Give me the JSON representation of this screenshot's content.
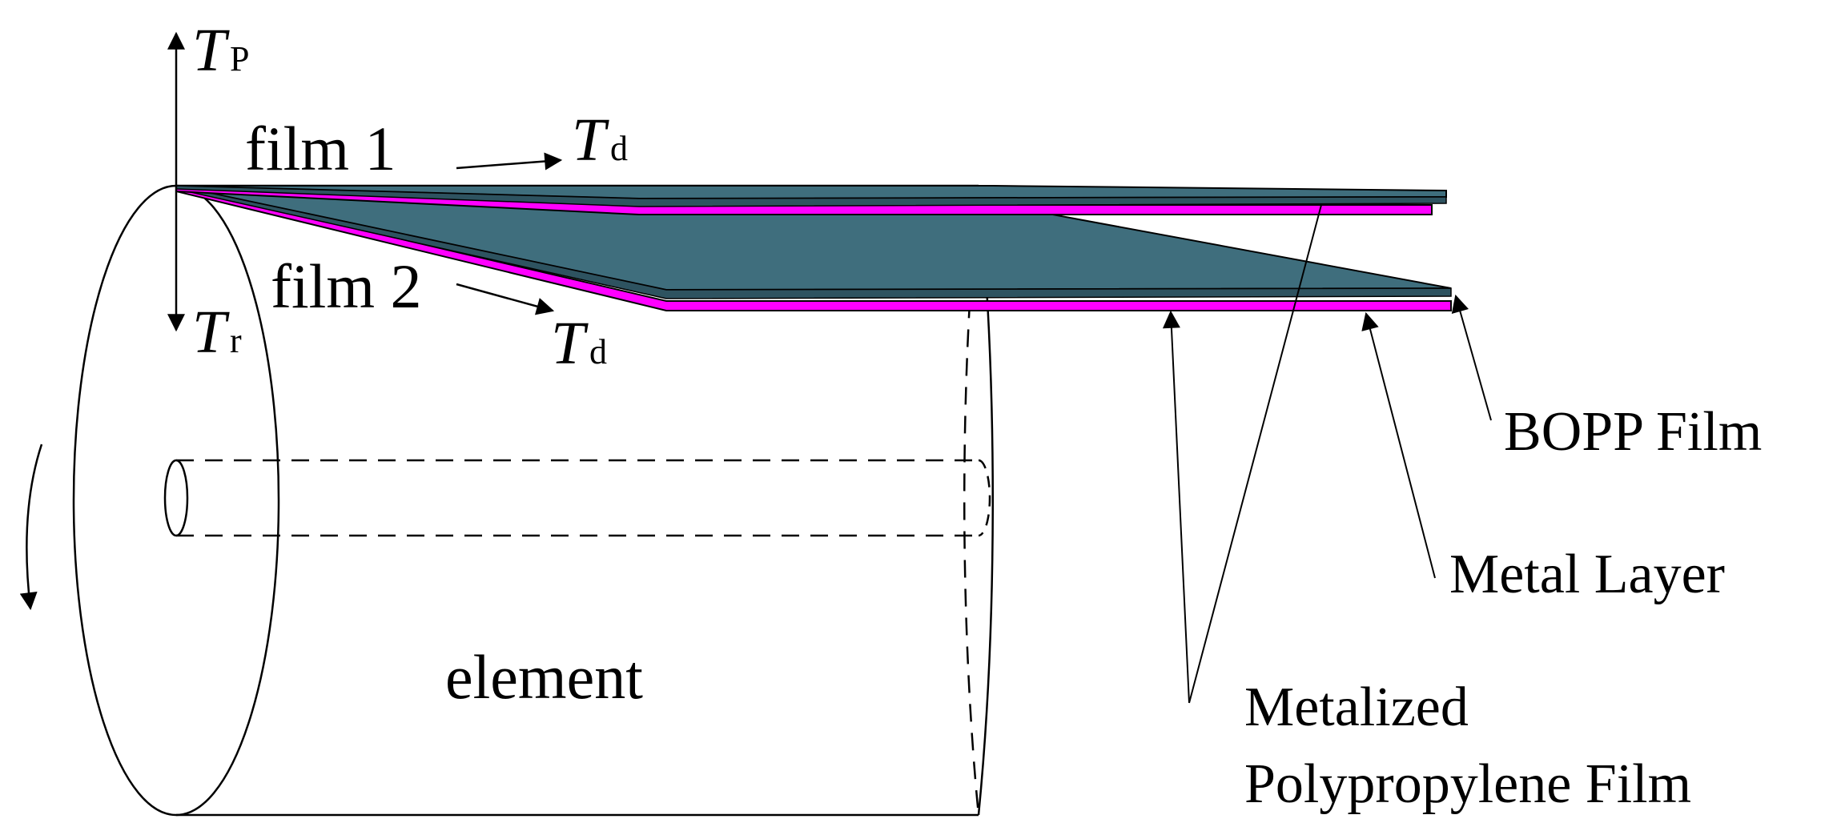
{
  "labels": {
    "tp_main": "T",
    "tp_sub": "P",
    "tr_main": "T",
    "tr_sub": "r",
    "td1_main": "T",
    "td1_sub": "d",
    "td2_main": "T",
    "td2_sub": "d",
    "film1": "film 1",
    "film2": "film 2",
    "element": "element",
    "bopp_film": "BOPP Film",
    "metal_layer": "Metal Layer",
    "metalized_line1": "Metalized",
    "metalized_line2": "Polypropylene Film"
  },
  "colors": {
    "film_top": "#3f6e7d",
    "film_edge": "#2e5360",
    "metal_layer": "#ff00ff",
    "stroke": "#000000",
    "background": "#ffffff"
  },
  "icons": {
    "rotation_arrow": "curved-arrow-down-icon"
  }
}
